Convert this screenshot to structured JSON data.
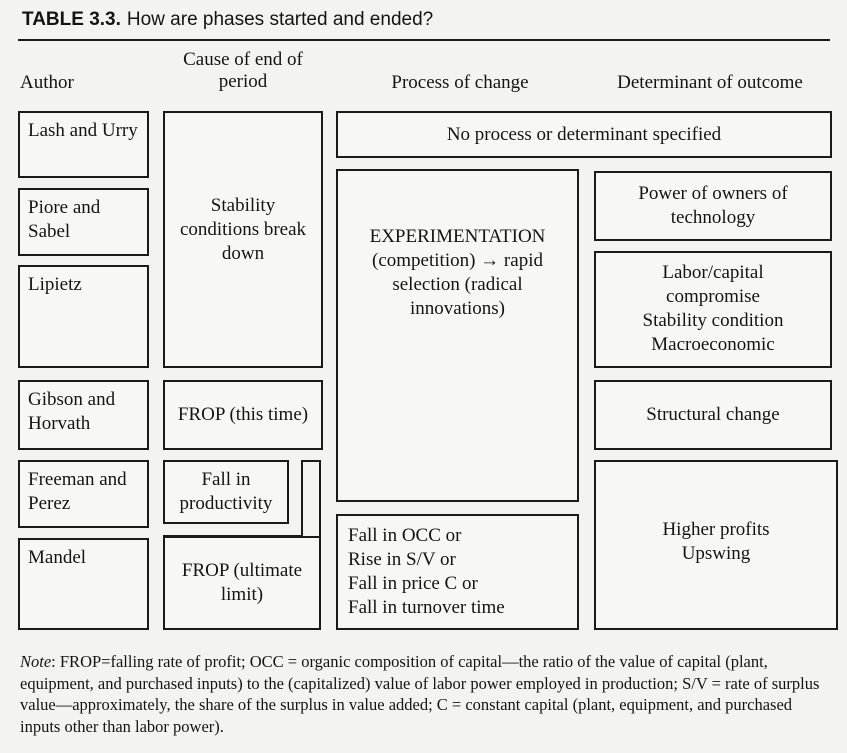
{
  "table_number": "TABLE 3.3.",
  "title": "How are phases started and ended?",
  "headers": {
    "author": "Author",
    "cause": "Cause of end of period",
    "process": "Process of change",
    "determinant": "Determinant of outcome"
  },
  "authors": [
    "Lash and Urry",
    "Piore and Sabel",
    "Lipietz",
    "Gibson and Horvath",
    "Freeman and Perez",
    "Mandel"
  ],
  "cause": {
    "stability": "Stability conditions break down",
    "frop_this_time": "FROP (this time)",
    "fall_productivity": "Fall in productivity",
    "frop_ultimate": "FROP (ultimate limit)"
  },
  "process": {
    "none": "No process or determinant specified",
    "experimentation_title": "EXPERIMENTATION",
    "experimentation_body": "(competition) → rapid selection (radical innovations)",
    "mandel_lines": [
      "Fall in OCC or",
      "Rise in S/V or",
      "Fall in price C or",
      "Fall in turnover time"
    ]
  },
  "determinant": {
    "power": "Power of owners of technology",
    "labor_lines": [
      "Labor/capital",
      "compromise",
      "Stability condition",
      "Macroeconomic"
    ],
    "structural": "Structural change",
    "profits_lines": [
      "Higher profits",
      "Upswing"
    ]
  },
  "note": {
    "label": "Note",
    "text": ": FROP=falling rate of profit; OCC = organic composition of capital—the ratio of the value of capital (plant, equipment, and purchased inputs) to the (capitalized) value of labor power employed in production; S/V = rate of surplus value—approximately, the share of the surplus in value added; C = constant capital (plant, equipment, and purchased inputs other than labor power)."
  }
}
